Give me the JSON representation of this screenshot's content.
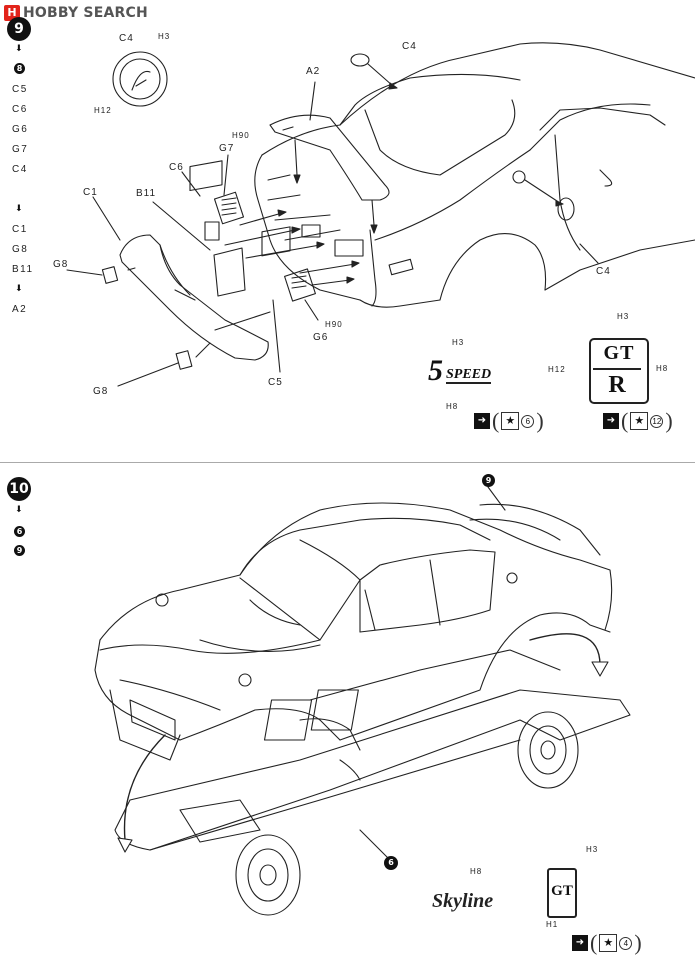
{
  "watermark": {
    "mark": "H",
    "text": "HOBBY SEARCH"
  },
  "step9": {
    "number": "9",
    "sequence": {
      "prev_step": "8",
      "group1": [
        "C5",
        "C6",
        "G6",
        "G7",
        "C4"
      ],
      "group2": [
        "C1",
        "G8",
        "B11"
      ],
      "group3": [
        "A2"
      ]
    },
    "labels": {
      "c4_top": "C4",
      "c4_top_h": "H3",
      "c4_emblem_h": "H12",
      "c4_right": "C4",
      "a2": "A2",
      "g7": "G7",
      "g7_h": "H90",
      "c6": "C6",
      "b11": "B11",
      "c1": "C1",
      "g8_left": "G8",
      "g6": "G6",
      "g6_h": "H90",
      "c5": "C5",
      "g8_bottom": "G8",
      "c4_wheel": "C4"
    },
    "decal_5speed": {
      "text": "5",
      "subtext": "SPEED",
      "h_top": "H3",
      "h_bottom": "H8",
      "paint_num": "6"
    },
    "decal_gtr": {
      "gt": "GT",
      "r": "R",
      "h_top": "H3",
      "h_left": "H12",
      "h_right": "H8",
      "paint_num": "12"
    }
  },
  "step10": {
    "number": "10",
    "sequence": {
      "items": [
        "6",
        "9"
      ]
    },
    "callout_9": "9",
    "callout_6": "6",
    "decal_skyline": {
      "text": "Skyline",
      "h": "H8"
    },
    "decal_gt": {
      "text": "GT",
      "h_top": "H3",
      "h_bottom": "H1",
      "paint_num": "4"
    }
  },
  "icons": [
    "arrow-down-icon",
    "paint-arrow-icon",
    "star-icon"
  ]
}
